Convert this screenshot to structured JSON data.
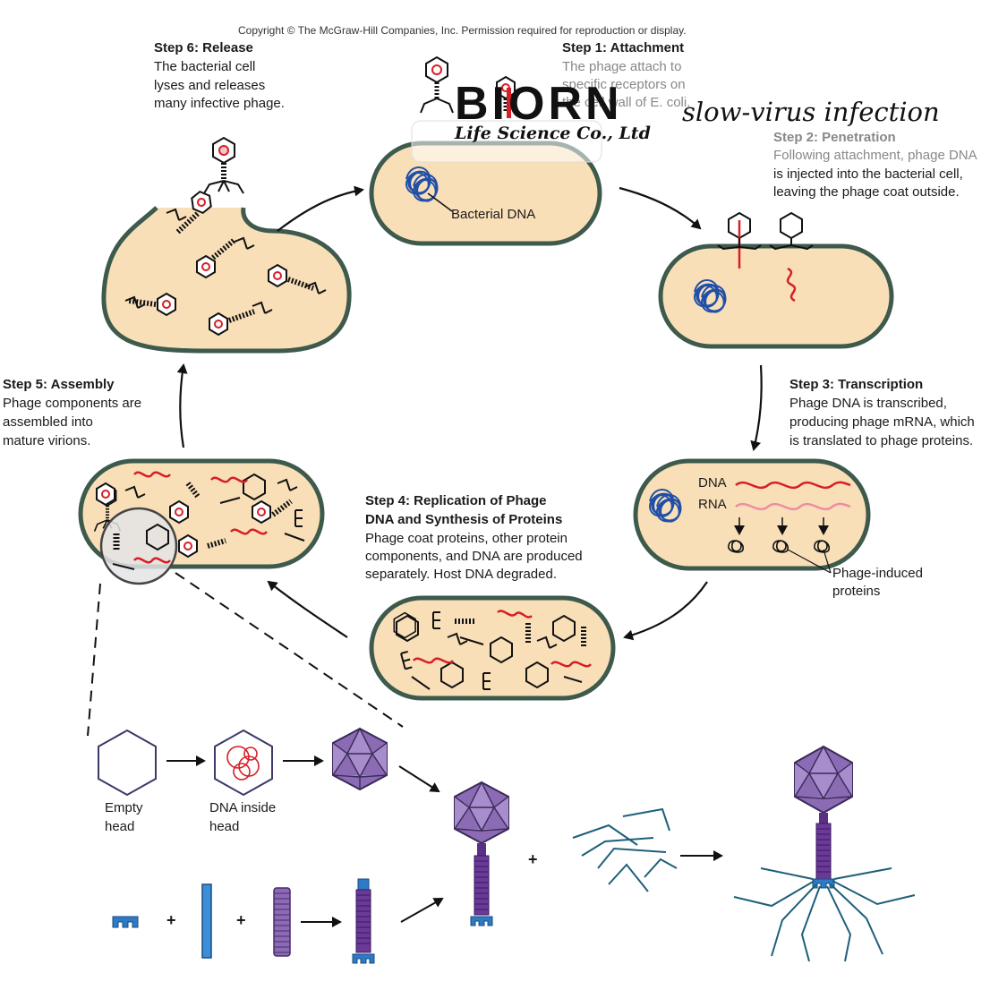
{
  "copyright": "Copyright © The McGraw-Hill Companies, Inc. Permission required for reproduction or display.",
  "watermark": {
    "brand": "BIORN",
    "subtitle": "Life Science Co., Ltd",
    "tagline": "slow-virus infection"
  },
  "steps": {
    "step1": {
      "title": "Step 1: Attachment",
      "lines": [
        "The phage attach to",
        "specific receptors on",
        "the cell wall of E. coli."
      ]
    },
    "step2": {
      "title": "Step 2: Penetration",
      "lines": [
        "Following attachment, phage DNA",
        "is injected into the bacterial cell,",
        "leaving the phage coat outside."
      ]
    },
    "step3": {
      "title": "Step 3: Transcription",
      "lines": [
        "Phage DNA is transcribed,",
        "producing phage mRNA, which",
        "is translated to phage proteins."
      ]
    },
    "step4": {
      "title": "Step 4: Replication of Phage",
      "title2": "DNA and Synthesis of Proteins",
      "lines": [
        "Phage coat proteins, other protein",
        "components, and DNA are produced",
        "separately. Host DNA degraded."
      ]
    },
    "step5": {
      "title": "Step 5: Assembly",
      "lines": [
        "Phage components are",
        "assembled into",
        "mature virions."
      ]
    },
    "step6": {
      "title": "Step 6: Release",
      "lines": [
        "The bacterial cell",
        "lyses and releases",
        "many infective phage."
      ]
    }
  },
  "labels": {
    "bacterial_dna": "Bacterial DNA",
    "dna": "DNA",
    "rna": "RNA",
    "phage_induced": [
      "Phage-induced",
      "proteins"
    ],
    "empty_head": [
      "Empty",
      "head"
    ],
    "dna_inside_head": [
      "DNA inside",
      "head"
    ],
    "plus": "+"
  },
  "colors": {
    "cell_fill": "#f9dfb8",
    "cell_border": "#3d5a4c",
    "dna_blue": "#1f4fa8",
    "dna_red": "#d61f26",
    "rna_pink": "#f08aa8",
    "phage_purple": "#8b6bb3",
    "tail_purple": "#5a2f86",
    "fiber_teal": "#1e5f7a",
    "baseplate_blue": "#2d7bc4"
  }
}
